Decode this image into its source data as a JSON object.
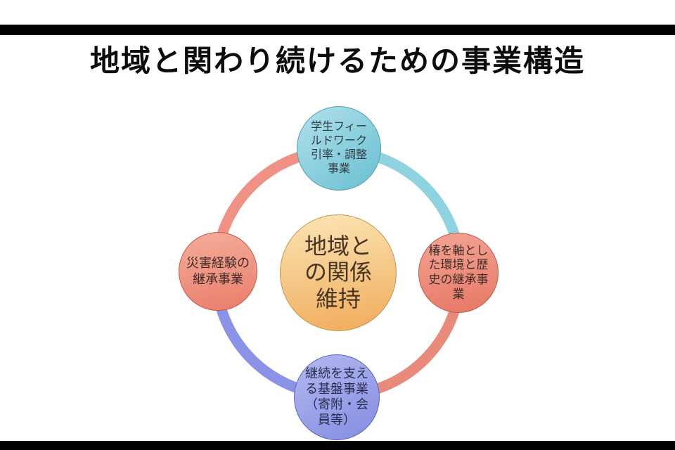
{
  "slide": {
    "title": "地域と関わり続けるための事業構造",
    "background_color": "#ffffff",
    "letterbox_color": "#000000"
  },
  "diagram": {
    "type": "cycle",
    "center_node": {
      "label": "地域との関係維持",
      "display": "地域と\nの関係\n維持",
      "fill_light": "#fbe2b0",
      "fill_dark": "#f1ae60"
    },
    "nodes": [
      {
        "position": "top",
        "label": "学生フィールドワーク引率・調整事業",
        "display": "学生フィー\nルドワーク\n引率・調整\n事業",
        "fill_light": "#abdee8",
        "fill_dark": "#6fc2d5"
      },
      {
        "position": "right",
        "label": "椿を軸とした環境と歴史の継承事業",
        "display": "椿を軸とし\nた環境と歴\n史の継承事\n業",
        "fill_light": "#f2a090",
        "fill_dark": "#e77b6a"
      },
      {
        "position": "bottom",
        "label": "継続を支える基盤事業（寄附・会員等）",
        "display": "継続を支え\nる基盤事業\n（寄附・会\n員等）",
        "fill_light": "#b0b5ef",
        "fill_dark": "#8790e1"
      },
      {
        "position": "left",
        "label": "災害経験の継承事業",
        "display": "災害経験の\n継承事業",
        "fill_light": "#f4a996",
        "fill_dark": "#eb8170"
      }
    ],
    "arcs": [
      {
        "segment": "top-to-right",
        "color": "#8ed4e0"
      },
      {
        "segment": "right-to-bottom",
        "color": "#e88b7b"
      },
      {
        "segment": "bottom-to-left",
        "color": "#8b93e8"
      },
      {
        "segment": "left-to-top",
        "color": "#ef9184"
      }
    ]
  }
}
